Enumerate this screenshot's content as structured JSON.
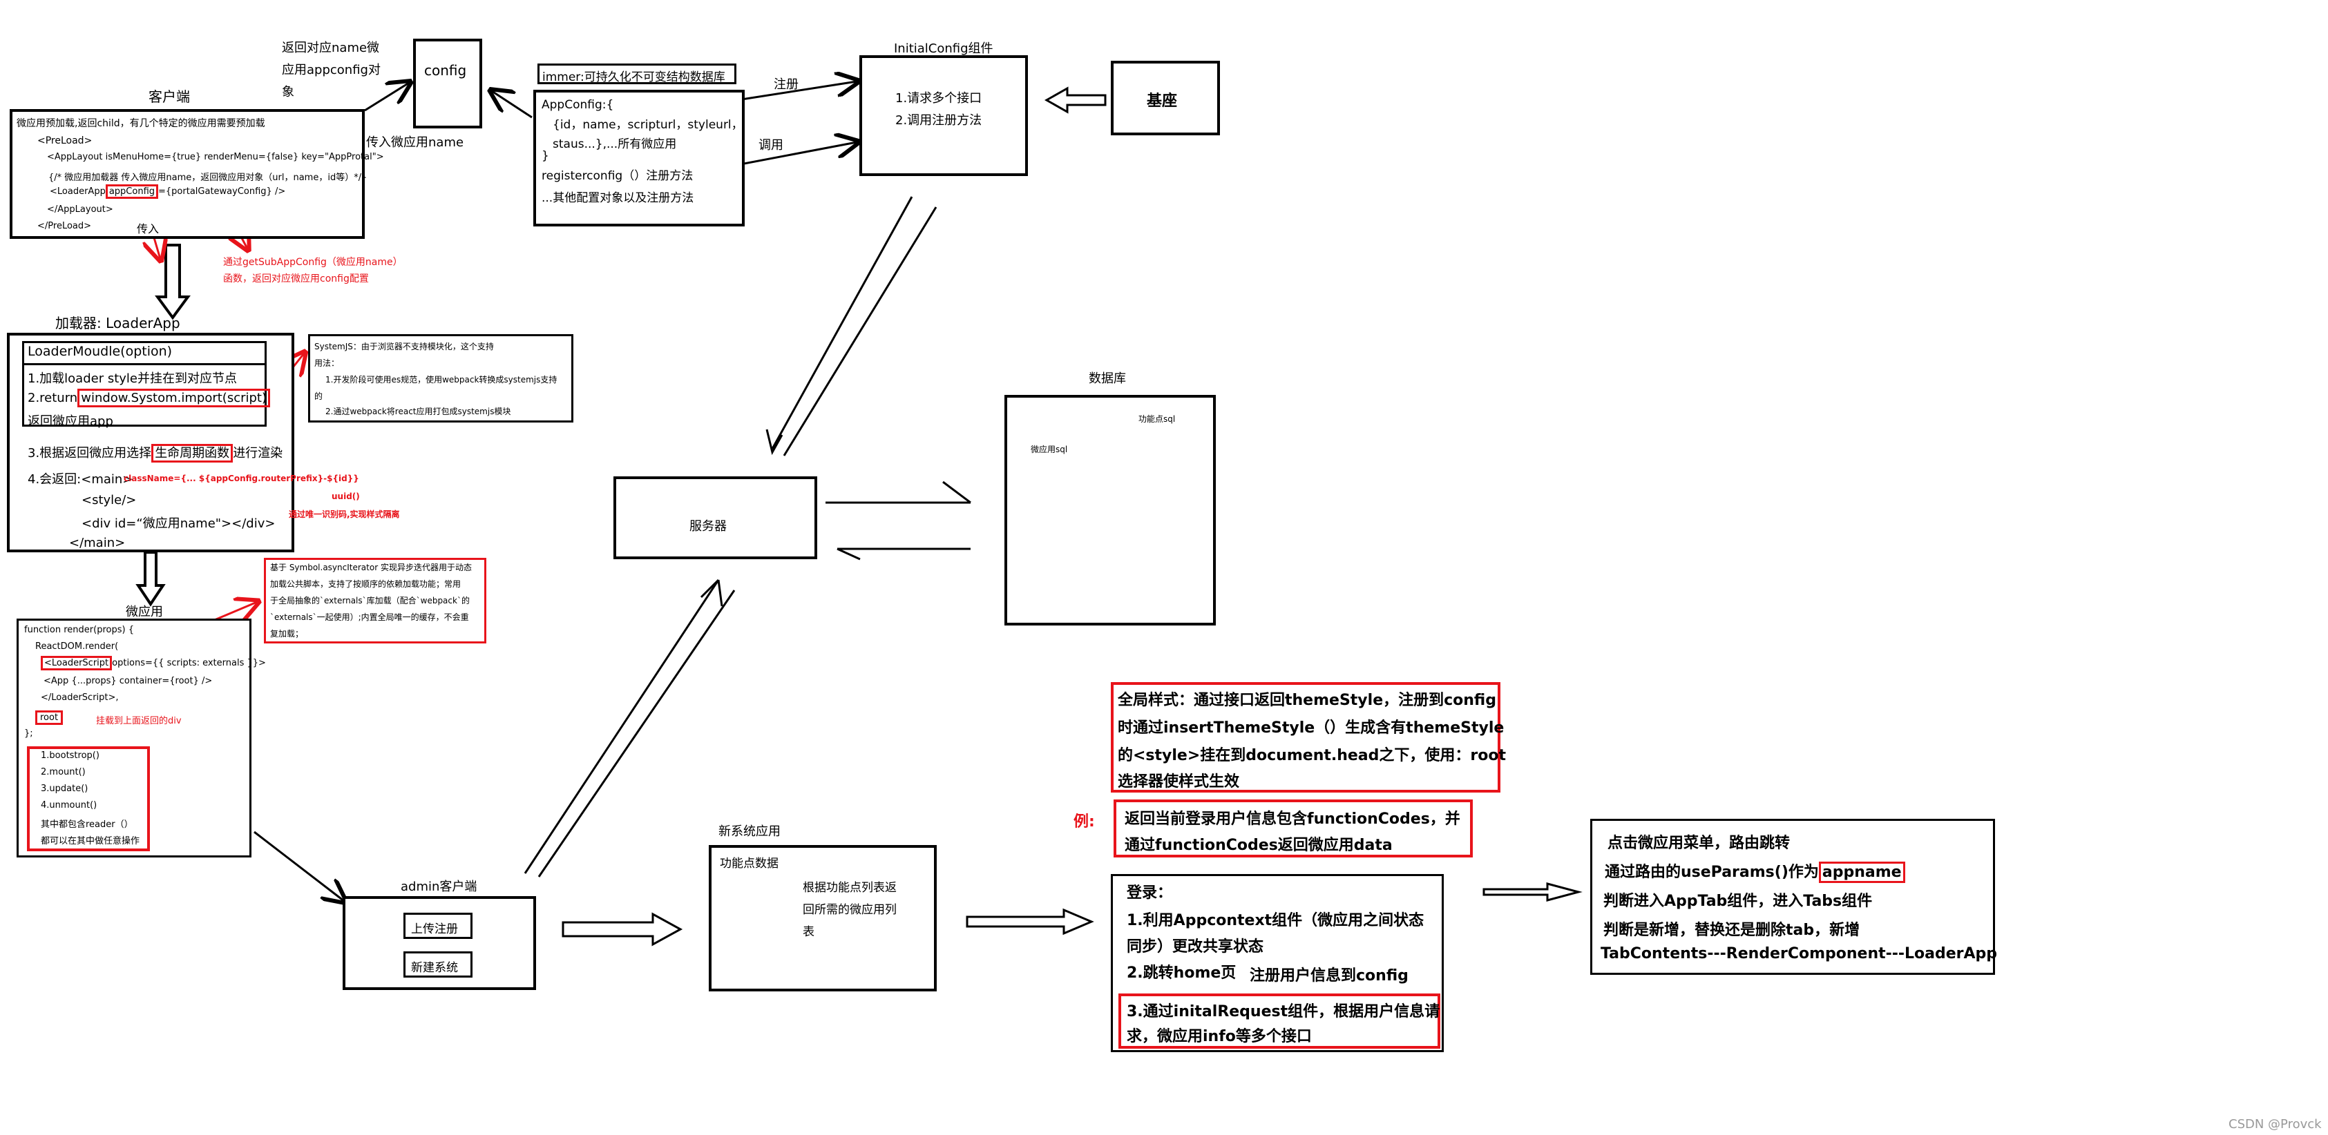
{
  "colors": {
    "ink": "#000000",
    "red": "#e8141b",
    "watermark": "#999999"
  },
  "client": {
    "title": "客户端",
    "lines": [
      "微应用预加载,返回child，有几个特定的微应用需要预加载",
      "<PreLoad>",
      "<AppLayout isMenuHome={true} renderMenu={false} key=\"AppProtal\">",
      "{/* 微应用加载器 传入微应用name，返回微应用对象（url，name，id等）*/}",
      "<LoaderApp",
      "appConfig",
      "={portalGatewayConfig} />",
      "</AppLayout>",
      "</PreLoad>"
    ],
    "note_red": [
      "通过getSubAppConfig（微应用name）",
      "函数，返回对应微应用config配置"
    ],
    "pass_label": "传入"
  },
  "config": {
    "label": "config",
    "return_note": [
      "返回对应name微",
      "应用appconfig对",
      "象"
    ],
    "pass_name": "传入微应用name"
  },
  "immer": {
    "title": "immer:可持久化不可变结构数据库",
    "lines": [
      "AppConfig:{",
      "{id，name，scripturl，styleurl，",
      "staus...},...所有微应用",
      "}",
      "registerconfig（）注册方法",
      "...其他配置对象以及注册方法"
    ]
  },
  "edges": {
    "register": "注册",
    "call": "调用"
  },
  "initial": {
    "title": "InitialConfig组件",
    "lines": [
      "1.请求多个接口",
      "2.调用注册方法"
    ]
  },
  "base": {
    "label": "基座"
  },
  "loader": {
    "title": "加载器: LoaderApp",
    "lines": [
      "LoaderMoudle(option)",
      "1.加载loader style并挂在到对应节点",
      "2.return",
      "window.Systom.import(script)",
      "返回微应用app",
      "3.根据返回微应用选择",
      "生命周期函数",
      "进行渲染",
      "4.会返回:<main>",
      "<style/>",
      "<div id=“微应用name\"></div>",
      "</main>"
    ],
    "class_note": "className={...   ${appConfig.routerPrefix}-${id}}",
    "uuid": "uuid()",
    "isolation": "通过唯一识别码,实现样式隔离"
  },
  "systemjs": {
    "lines": [
      "SystemJS：由于浏览器不支持模块化，这个支持",
      "用法：",
      "1.开发阶段可使用es规范，使用webpack转换成systemjs支持",
      "的",
      "2.通过webpack将react应用打包成systemjs模块"
    ]
  },
  "micro": {
    "title": "微应用",
    "lines": [
      "function render(props) {",
      "ReactDOM.render(",
      "<LoaderScript",
      "options={{ scripts: externals }}>",
      "<App {...props} container={root} />",
      "</LoaderScript>,",
      "root",
      "};"
    ],
    "mount_note": "挂载到上面返回的div",
    "lifecycle": [
      "1.bootstrop()",
      "2.mount()",
      "3.update()",
      "4.unmount()",
      "其中都包含reader（）",
      "都可以在其中做任意操作"
    ]
  },
  "symbol_note": {
    "lines": [
      "基于 Symbol.asyncIterator 实现异步迭代器用于动态",
      "加载公共脚本，支持了按顺序的依赖加载功能；常用",
      "于全局抽象的`externals`库加载（配合`webpack`的",
      "`externals`一起使用）;内置全局唯一的缓存，不会重",
      "复加载；"
    ]
  },
  "server": {
    "label": "服务器"
  },
  "database": {
    "title": "数据库",
    "micro_sql": "微应用sql",
    "feature_sql": "功能点sql"
  },
  "admin": {
    "title": "admin客户端",
    "upload": "上传注册",
    "new_system": "新建系统"
  },
  "newsys": {
    "title": "新系统应用",
    "feature_data": "功能点数据",
    "desc": [
      "根据功能点列表返",
      "回所需的微应用列",
      "表"
    ]
  },
  "theme": {
    "lines": [
      "全局样式：通过接口返回themeStyle，注册到config",
      "时通过insertThemeStyle（）生成含有themeStyle",
      "的<style>挂在到document.head之下，使用：root",
      "选择器使样式生效"
    ]
  },
  "example": {
    "label": "例:",
    "lines": [
      "返回当前登录用户信息包含functionCodes，并",
      "通过functionCodes返回微应用data"
    ]
  },
  "login": {
    "lines": [
      "登录：",
      "1.利用Appcontext组件（微应用之间状态",
      "同步）更改共享状态",
      "2.跳转home页",
      "注册用户信息到config"
    ],
    "red_lines": [
      "3.通过initalRequest组件，根据用户信息请",
      "求，微应用info等多个接口"
    ]
  },
  "route": {
    "lines": [
      "点击微应用菜单，路由跳转",
      "通过路由的useParams()作为",
      "appname",
      "判断进入AppTab组件，进入Tabs组件",
      "判断是新增，替换还是删除tab，新增",
      "TabContents---RenderComponent---LoaderApp"
    ]
  },
  "watermark": "CSDN @Provck"
}
